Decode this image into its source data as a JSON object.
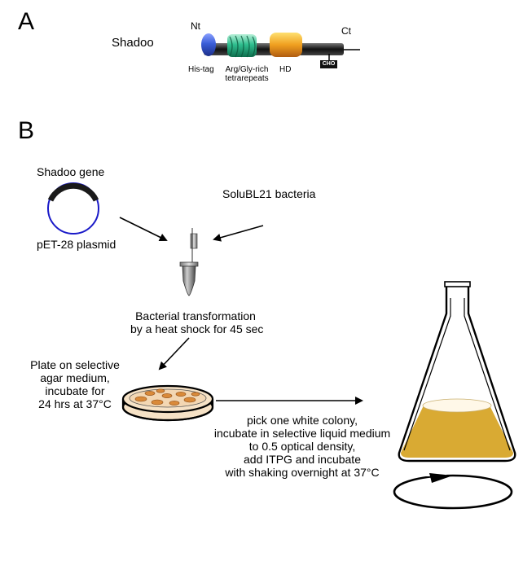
{
  "panel_a": {
    "letter": "A",
    "protein_name": "Shadoo",
    "nt_label": "Nt",
    "ct_label": "Ct",
    "his_tag_label": "His-tag",
    "argly_label_lines": [
      "Arg/Gly-rich",
      "tetrarepeats"
    ],
    "hd_label": "HD",
    "cho_label": "CHO",
    "colors": {
      "his_tag": "#3a5ed8",
      "argly": "#2fbf8f",
      "hd": "#f0a020",
      "backbone": "#2a2a2a",
      "cho_box": "#111111"
    }
  },
  "panel_b": {
    "letter": "B",
    "gene_label": "Shadoo gene",
    "plasmid_label": "pET-28 plasmid",
    "bacteria_label": "SoluBL21 bacteria",
    "transformation_lines": [
      "Bacterial transformation",
      "by a heat shock for 45 sec"
    ],
    "plate_lines": [
      "Plate on selective",
      "agar medium,",
      "incubate for",
      "24 hrs at 37°C"
    ],
    "culture_lines": [
      "pick one white colony,",
      "incubate in selective liquid medium",
      "to 0.5 optical density,",
      "add ITPG and incubate",
      "with shaking overnight at 37°C"
    ],
    "colors": {
      "plasmid": "#1a1ac8",
      "gene_arc": "#1a1a1a",
      "colonies": "#d98a3a",
      "agar": "#f6e2c6",
      "medium": "#d9aa33"
    }
  }
}
